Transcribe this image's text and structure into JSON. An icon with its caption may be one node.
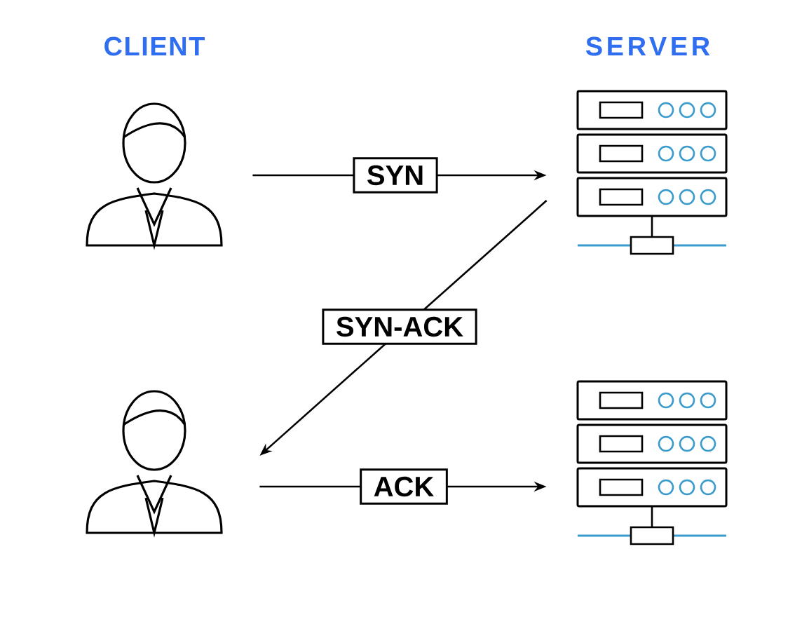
{
  "diagram": {
    "nodes": [
      {
        "text": [],
        "shape": "person"
      },
      {
        "text": [],
        "shape": "server"
      },
      {
        "text": [],
        "shape": "person"
      },
      {
        "text": [],
        "shape": "server"
      }
    ],
    "edges": [
      {
        "from": 0,
        "to": 1,
        "arrow": "to",
        "label": "SYN"
      },
      {
        "from": 1,
        "to": 2,
        "arrow": "to",
        "label": "SYN-ACK"
      },
      {
        "from": 2,
        "to": 3,
        "arrow": "to",
        "label": "ACK"
      }
    ],
    "labels": [
      "CLIENT",
      "SERVER"
    ]
  }
}
